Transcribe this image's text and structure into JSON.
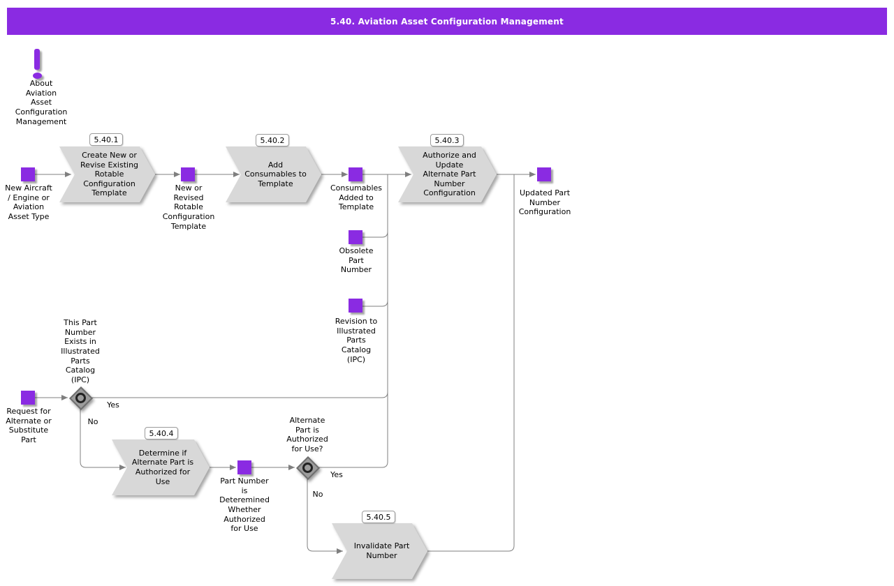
{
  "header": {
    "title": "5.40. Aviation Asset Configuration Management"
  },
  "about": {
    "label": "About\nAviation\nAsset\nConfiguration\nManagement",
    "icon": "exclamation-icon"
  },
  "colors": {
    "accent": "#8a2be2",
    "process_fill": "#d8d8d8",
    "connector": "#7f7f7f"
  },
  "events": [
    {
      "id": "new-aircraft",
      "label": "New Aircraft\n/ Engine or\nAviation\nAsset Type"
    },
    {
      "id": "new-or-revised-template",
      "label": "New or\nRevised\nRotable\nConfiguration\nTemplate"
    },
    {
      "id": "consumables-added",
      "label": "Consumables\nAdded to\nTemplate"
    },
    {
      "id": "updated-part-number",
      "label": "Updated Part\nNumber\nConfiguration"
    },
    {
      "id": "obsolete-part-number",
      "label": "Obsolete\nPart\nNumber"
    },
    {
      "id": "revision-ipc",
      "label": "Revision to\nIllustrated\nParts\nCatalog\n(IPC)"
    },
    {
      "id": "request-alternate",
      "label": "Request for\nAlternate or\nSubstitute\nPart"
    },
    {
      "id": "part-number-determined",
      "label": "Part Number\nis\nDeteremined\nWhether\nAuthorized\nfor Use"
    }
  ],
  "processes": [
    {
      "tag": "5.40.1",
      "label": "Create New or\nRevise Existing\nRotable\nConfiguration\nTemplate"
    },
    {
      "tag": "5.40.2",
      "label": "Add\nConsumables to\nTemplate"
    },
    {
      "tag": "5.40.3",
      "label": "Authorize and\nUpdate\nAlternate Part\nNumber\nConfiguration"
    },
    {
      "tag": "5.40.4",
      "label": "Determine if\nAlternate Part is\nAuthorized for\nUse"
    },
    {
      "tag": "5.40.5",
      "label": "Invalidate Part\nNumber"
    }
  ],
  "gateways": [
    {
      "question": "This Part\nNumber\nExists in\nIllustrated\nParts\nCatalog\n(IPC)",
      "yes": "Yes",
      "no": "No"
    },
    {
      "question": "Alternate\nPart is\nAuthorized\nfor Use?",
      "yes": "Yes",
      "no": "No"
    }
  ]
}
